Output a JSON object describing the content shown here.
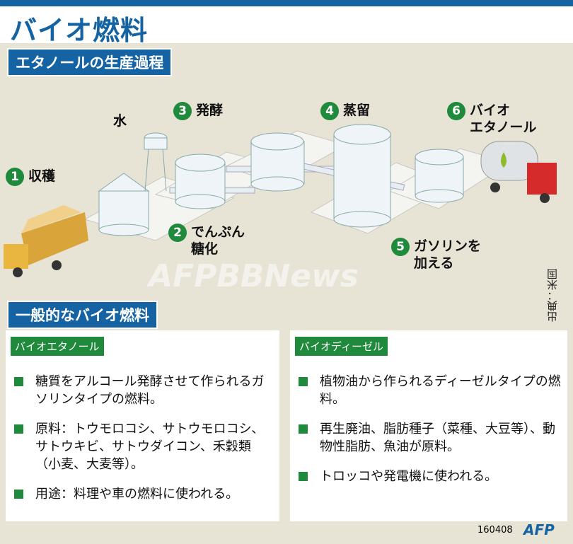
{
  "title": "バイオ燃料",
  "process_heading": "エタノールの生産過程",
  "water_label": "水",
  "steps": [
    {
      "num": "1",
      "label": "収穫"
    },
    {
      "num": "2",
      "label": "でんぷん",
      "label2": "糖化"
    },
    {
      "num": "3",
      "label": "発酵"
    },
    {
      "num": "4",
      "label": "蒸留"
    },
    {
      "num": "5",
      "label": "ガソリンを",
      "label2": "加える"
    },
    {
      "num": "6",
      "label": "バイオ",
      "label2": "エタノール"
    }
  ],
  "source": "出典：米国",
  "watermark": "AFPBBNews",
  "general_heading": "一般的なバイオ燃料",
  "panels": [
    {
      "tag": "バイオエタノール",
      "items": [
        "糖質をアルコール発酵させて作られるガソリンタイプの燃料。",
        "原料：トウモロコシ、サトウモロコシ、サトウキビ、サトウダイコン、禾穀類（小麦、大麦等）。",
        "用途：料理や車の燃料に使われる。"
      ]
    },
    {
      "tag": "バイオディーゼル",
      "items": [
        "植物油から作られるディーゼルタイプの燃料。",
        "再生廃油、脂肪種子（菜種、大豆等）、動物性脂肪、魚油が原料。",
        "トロッコや発電機に使われる。"
      ]
    }
  ],
  "footer_code": "160408",
  "footer_logo": "AFP",
  "colors": {
    "blue": "#1563a2",
    "green": "#1f8a3b",
    "beige": "#e7e3d5"
  }
}
